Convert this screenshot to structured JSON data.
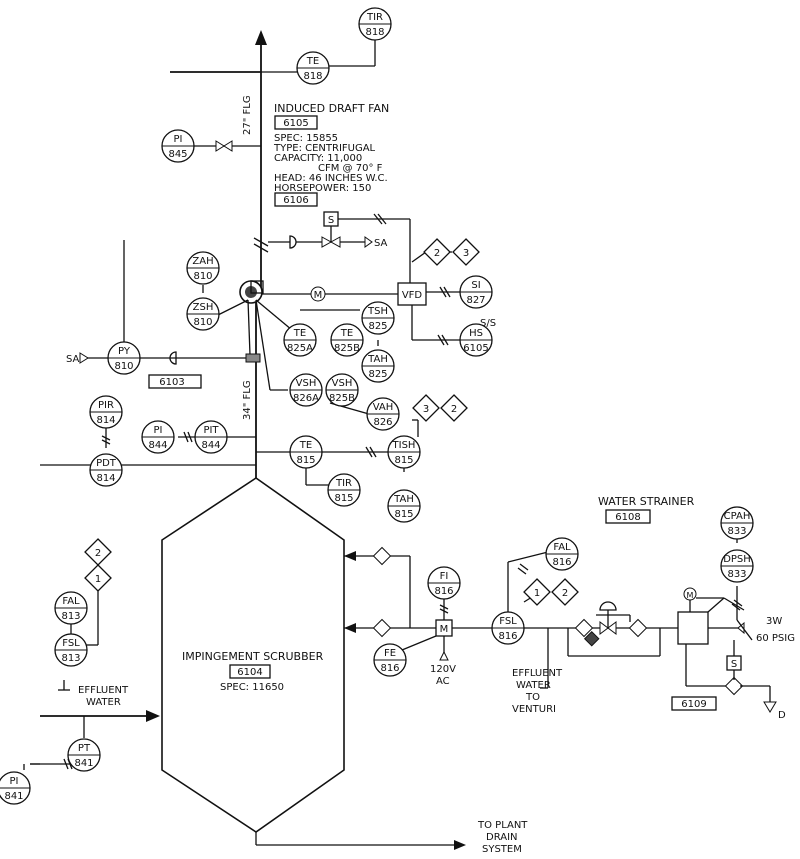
{
  "instruments": [
    {
      "id": "tir818",
      "tag": "TIR",
      "num": "818"
    },
    {
      "id": "te818",
      "tag": "TE",
      "num": "818"
    },
    {
      "id": "pi845",
      "tag": "PI",
      "num": "845"
    },
    {
      "id": "zah810",
      "tag": "ZAH",
      "num": "810"
    },
    {
      "id": "zsh810",
      "tag": "ZSH",
      "num": "810"
    },
    {
      "id": "py810",
      "tag": "PY",
      "num": "810"
    },
    {
      "id": "te825a",
      "tag": "TE",
      "num": "825A"
    },
    {
      "id": "te825b",
      "tag": "TE",
      "num": "825B"
    },
    {
      "id": "tsh825",
      "tag": "TSH",
      "num": "825"
    },
    {
      "id": "tah825",
      "tag": "TAH",
      "num": "825"
    },
    {
      "id": "si827",
      "tag": "SI",
      "num": "827"
    },
    {
      "id": "hs6105",
      "tag": "HS",
      "num": "6105"
    },
    {
      "id": "vsh826a",
      "tag": "VSH",
      "num": "826A"
    },
    {
      "id": "vsh825b",
      "tag": "VSH",
      "num": "825B"
    },
    {
      "id": "vah826",
      "tag": "VAH",
      "num": "826"
    },
    {
      "id": "pir814",
      "tag": "PIR",
      "num": "814"
    },
    {
      "id": "pdt814",
      "tag": "PDT",
      "num": "814"
    },
    {
      "id": "pi844",
      "tag": "PI",
      "num": "844"
    },
    {
      "id": "pit844",
      "tag": "PIT",
      "num": "844"
    },
    {
      "id": "te815",
      "tag": "TE",
      "num": "815"
    },
    {
      "id": "tir815",
      "tag": "TIR",
      "num": "815"
    },
    {
      "id": "tish815",
      "tag": "TISH",
      "num": "815"
    },
    {
      "id": "tah815",
      "tag": "TAH",
      "num": "815"
    },
    {
      "id": "fi816",
      "tag": "FI",
      "num": "816"
    },
    {
      "id": "fe816",
      "tag": "FE",
      "num": "816"
    },
    {
      "id": "fal816",
      "tag": "FAL",
      "num": "816"
    },
    {
      "id": "fsl816",
      "tag": "FSL",
      "num": "816"
    },
    {
      "id": "cpah833",
      "tag": "CPAH",
      "num": "833"
    },
    {
      "id": "dpsh833",
      "tag": "DPSH",
      "num": "833"
    },
    {
      "id": "fal813",
      "tag": "FAL",
      "num": "813"
    },
    {
      "id": "fsl813",
      "tag": "FSL",
      "num": "813"
    },
    {
      "id": "pt841",
      "tag": "PT",
      "num": "841"
    },
    {
      "id": "pi841",
      "tag": "PI",
      "num": "841"
    }
  ],
  "equipment_tags": {
    "fan": "6105",
    "fan_tag2": "6106",
    "py_tag": "6103",
    "scrubber": "6104",
    "strainer": "6108",
    "strainer_bottom": "6109"
  },
  "fan": {
    "title": "INDUCED DRAFT FAN",
    "spec": "SPEC: 15855",
    "type": "TYPE: CENTRIFUGAL",
    "capacity": "CAPACITY: 11,000",
    "cfm": "CFM @ 70° F",
    "head": "HEAD: 46 INCHES W.C.",
    "hp": "HORSEPOWER: 150"
  },
  "scrubber": {
    "title": "IMPINGEMENT SCRUBBER",
    "spec": "SPEC: 11650"
  },
  "strainer": {
    "title": "WATER STRAINER"
  },
  "labels": {
    "flg27": "27\" FLG",
    "flg34": "34\" FLG",
    "sa_top": "SA",
    "sa_left": "SA",
    "ss": "S/S",
    "vfd": "VFD",
    "s_box": "S",
    "s_box2": "S",
    "m_circle": "M",
    "m_box": "M",
    "m_strainer": "M",
    "v120": "120V",
    "ac": "AC",
    "eff_water": "EFFLUENT",
    "eff_water2": "WATER",
    "eff_to": "TO",
    "eff_venturi": "VENTURI",
    "left_eff": "EFFLUENT",
    "left_water": "WATER",
    "drain1": "TO PLANT",
    "drain2": "DRAIN",
    "drain3": "SYSTEM",
    "w3": "3W",
    "psig": "60 PSIG",
    "d": "D"
  },
  "diamonds": {
    "d2_top": "2",
    "d3_top": "3",
    "d3_mid": "3",
    "d2_mid": "2",
    "d1_fsl": "1",
    "d2_fsl": "2",
    "d2_left": "2",
    "d1_left": "1"
  }
}
